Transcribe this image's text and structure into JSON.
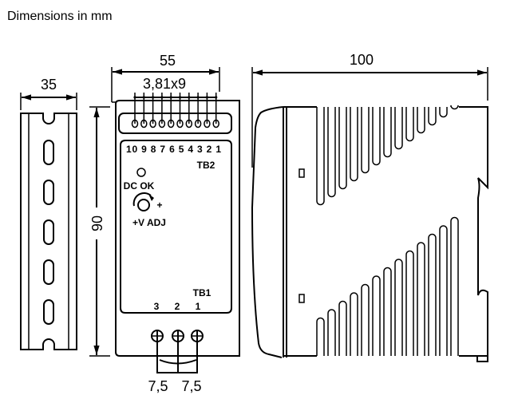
{
  "title": "Dimensions in mm",
  "dimensions": {
    "rail_width": "35",
    "front_width": "55",
    "terminal_pitch_top": "3,81x9",
    "height": "90",
    "depth": "100",
    "terminal_pitch_bottom_left": "7,5",
    "terminal_pitch_bottom_right": "7,5"
  },
  "front_panel": {
    "tb2_numbers": "10 9 8 7 6 5 4 3 2 1",
    "tb2_label": "TB2",
    "led_label": "DC OK",
    "adj_plus": "+",
    "adj_label": "+V ADJ",
    "tb1_label": "TB1",
    "tb1_numbers": [
      "3",
      "2",
      "1"
    ]
  },
  "views": [
    "din-rail-side-view",
    "front-view",
    "side-profile-view"
  ]
}
